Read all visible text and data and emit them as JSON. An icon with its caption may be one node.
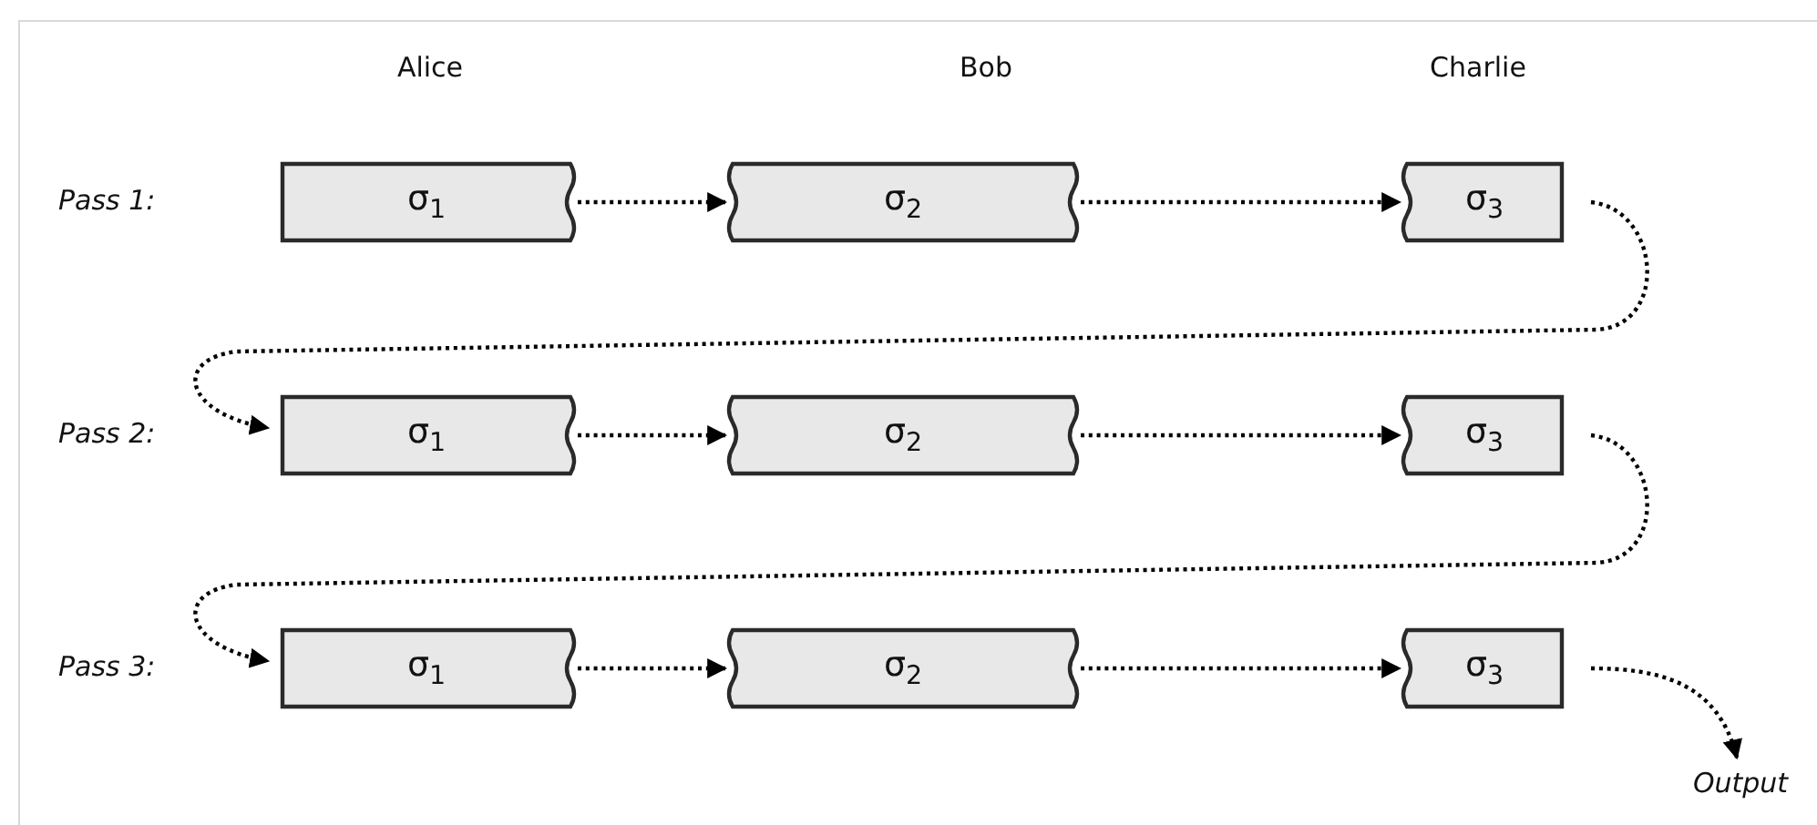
{
  "diagram": {
    "nodes": [
      {
        "text": [
          "σ$_{1}$"
        ]
      },
      {
        "text": [
          "σ$_{2}$"
        ]
      },
      {
        "text": [
          "σ$_{3}$"
        ]
      },
      {
        "text": [
          "σ$_{1}$"
        ]
      },
      {
        "text": [
          "σ$_{2}$"
        ]
      },
      {
        "text": [
          "σ$_{3}$"
        ]
      },
      {
        "text": [
          "σ$_{1}$"
        ]
      },
      {
        "text": [
          "σ$_{2}$"
        ]
      },
      {
        "text": [
          "σ$_{3}$"
        ]
      },
      {
        "text": [
          "Output"
        ]
      }
    ],
    "edges": [
      {
        "from": 0,
        "to": 1,
        "arrow": "to"
      },
      {
        "from": 1,
        "to": 2,
        "arrow": "to"
      },
      {
        "from": 2,
        "to": 3,
        "arrow": "to"
      },
      {
        "from": 3,
        "to": 4,
        "arrow": "to"
      },
      {
        "from": 4,
        "to": 5,
        "arrow": "to"
      },
      {
        "from": 5,
        "to": 6,
        "arrow": "to"
      },
      {
        "from": 6,
        "to": 7,
        "arrow": "to"
      },
      {
        "from": 7,
        "to": 8,
        "arrow": "to"
      },
      {
        "from": 8,
        "to": 9,
        "arrow": "to"
      }
    ],
    "labels": [
      "Alice",
      "Bob",
      "Charlie",
      "Pass 1:",
      "Pass 2:",
      "Pass 3:"
    ]
  }
}
